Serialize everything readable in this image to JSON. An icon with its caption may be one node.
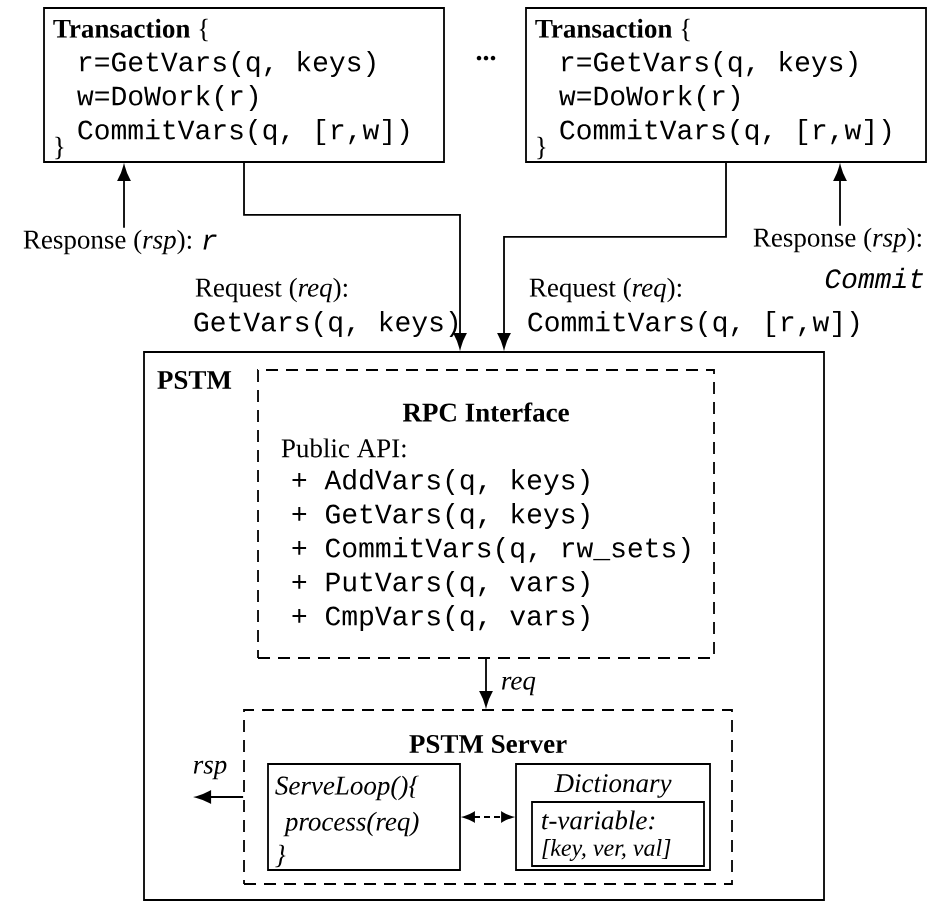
{
  "diagram": {
    "nodes": [
      {
        "text": [
          "**Transaction** {",
          "r=GetVars(q, keys)",
          "w=DoWork(r)",
          "CommitVars(q, [r,w])",
          "}"
        ]
      },
      {
        "text": [
          "**Transaction** {",
          "r=GetVars(q, keys)",
          "w=DoWork(r)",
          "CommitVars(q, [r,w])",
          "}"
        ]
      },
      {
        "text": [
          "PSTM"
        ]
      },
      {
        "text": [
          "RPC Interface",
          "Public API:",
          "+ AddVars(q, keys)",
          "+ GetVars(q, keys)",
          "+ CommitVars(q, rw_sets)",
          "+ PutVars(q, vars)",
          "+ CmpVars(q, vars)"
        ],
        "in": 2
      },
      {
        "text": [
          "PSTM Server"
        ],
        "in": 2
      },
      {
        "text": [
          "ServeLoop(){",
          "process(req)",
          "}"
        ],
        "in": 4
      },
      {
        "text": [
          "Dictionary"
        ],
        "in": 4
      },
      {
        "text": [
          "t-variable:",
          "[key, ver, val]"
        ],
        "in": 6
      }
    ],
    "edges": [
      {
        "from": null,
        "to": 0,
        "arrow": "to",
        "label": "Response (*rsp*):"
      },
      {
        "from": 0,
        "to": 2,
        "arrow": "to",
        "label": "Request (*req*):"
      },
      {
        "from": 1,
        "to": 2,
        "arrow": "to",
        "label": "Request (*req*):"
      },
      {
        "from": null,
        "to": 1,
        "arrow": "to",
        "label": "Response (*rsp*):"
      },
      {
        "from": 3,
        "to": 4,
        "arrow": "to",
        "label": "*req*"
      },
      {
        "from": 4,
        "to": null,
        "arrow": "to",
        "label": "*rsp*"
      },
      {
        "from": 5,
        "to": 6,
        "arrow": "both",
        "style": "dashed"
      }
    ],
    "labels": [
      "...",
      "r",
      "GetVars(q, keys)",
      "CommitVars(q, [r,w])",
      "Commit"
    ]
  }
}
